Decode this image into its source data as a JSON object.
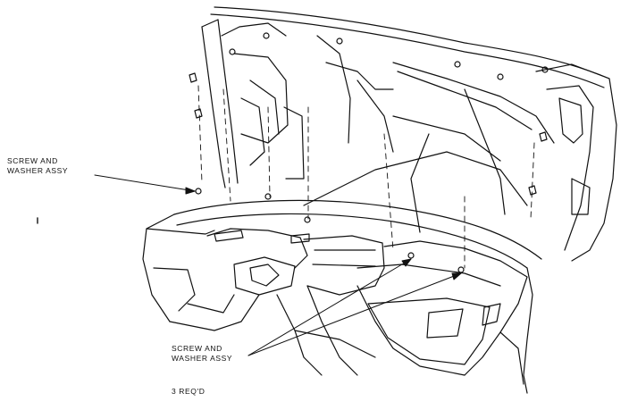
{
  "labels": {
    "screw_washer_top_line1": "SCREW AND",
    "screw_washer_top_line2": "WASHER ASSY",
    "screw_washer_bottom_line1": "SCREW AND",
    "screw_washer_bottom_line2": "WASHER ASSY",
    "quantity": "3 REQ'D"
  },
  "colors": {
    "line": "#111111",
    "background": "#ffffff"
  }
}
